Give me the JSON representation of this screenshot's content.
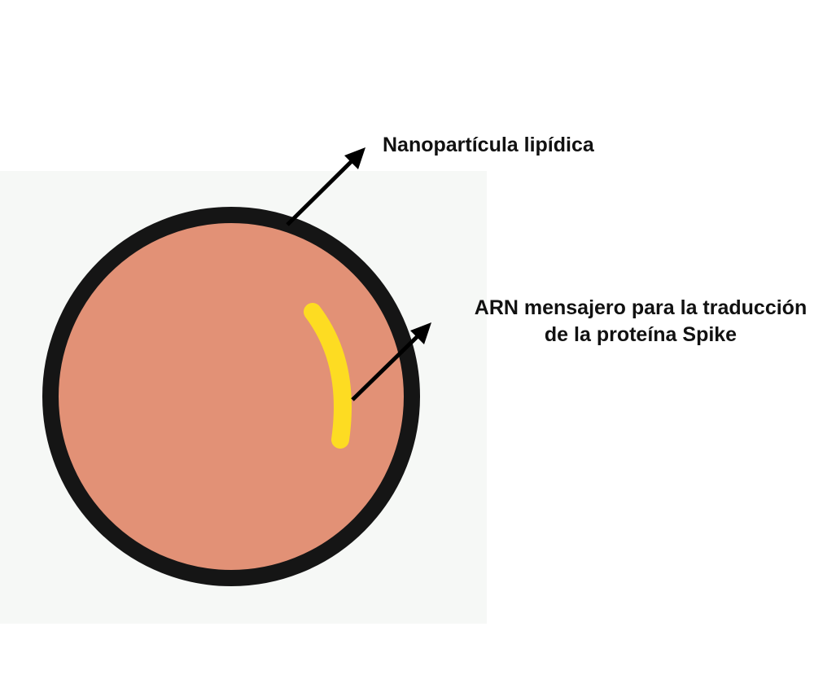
{
  "diagram": {
    "labels": {
      "lipid_nanoparticle": "Nanopartícula lipídica",
      "mrna_line1": "ARN mensajero para la traducción",
      "mrna_line2": "de la proteína Spike"
    },
    "colors": {
      "panel_background": "#f6f8f6",
      "particle_fill": "#e29176",
      "particle_outline": "#151515",
      "mrna_strand": "#fddc22",
      "arrow": "#000000"
    }
  }
}
